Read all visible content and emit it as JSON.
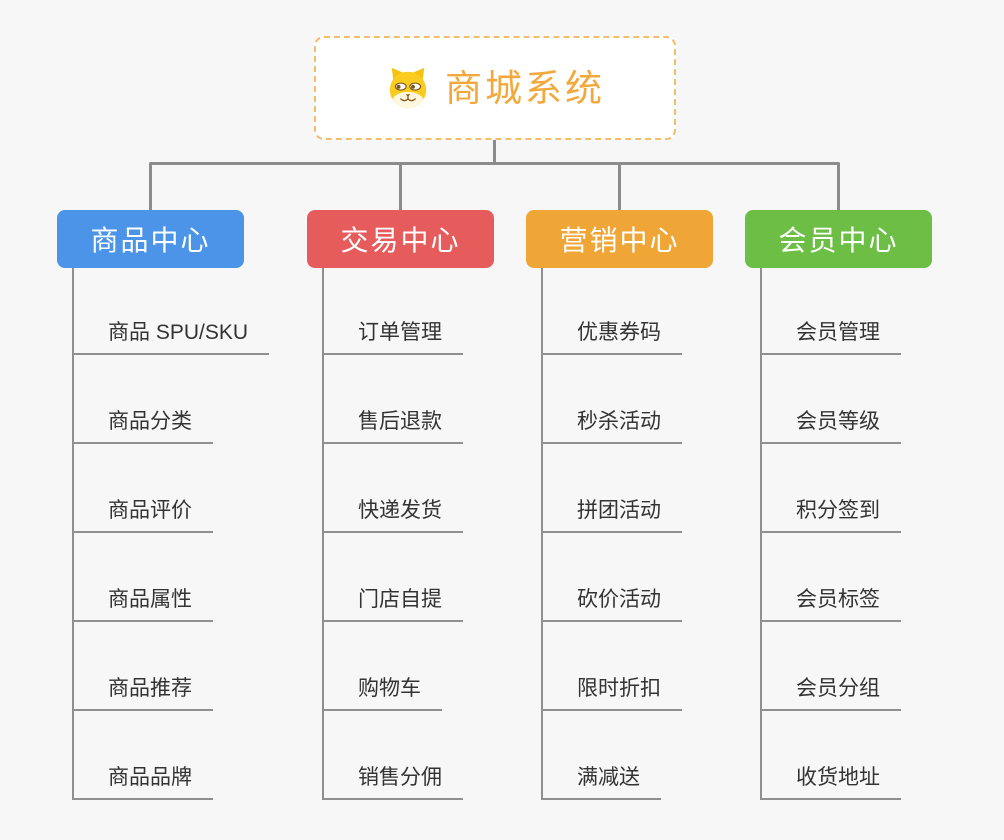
{
  "page": {
    "background_color": "#F7F7F7",
    "connector_color": "#8C8C8C",
    "subtopic_text_color": "#333333",
    "subtopic_line_color": "#8F8F8F"
  },
  "root": {
    "title": "商城系统",
    "icon": "dog-face-icon",
    "text_color": "#F2A83C",
    "border_color": "#F3BE6B",
    "background": "#FFFFFF"
  },
  "branches": [
    {
      "label": "商品中心",
      "color": "#4B94E8",
      "items": [
        "商品 SPU/SKU",
        "商品分类",
        "商品评价",
        "商品属性",
        "商品推荐",
        "商品品牌"
      ]
    },
    {
      "label": "交易中心",
      "color": "#E65C5C",
      "items": [
        "订单管理",
        "售后退款",
        "快递发货",
        "门店自提",
        "购物车",
        "销售分佣"
      ]
    },
    {
      "label": "营销中心",
      "color": "#EFA636",
      "items": [
        "优惠券码",
        "秒杀活动",
        "拼团活动",
        "砍价活动",
        "限时折扣",
        "满减送"
      ]
    },
    {
      "label": "会员中心",
      "color": "#6CBE45",
      "items": [
        "会员管理",
        "会员等级",
        "积分签到",
        "会员标签",
        "会员分组",
        "收货地址"
      ]
    }
  ]
}
